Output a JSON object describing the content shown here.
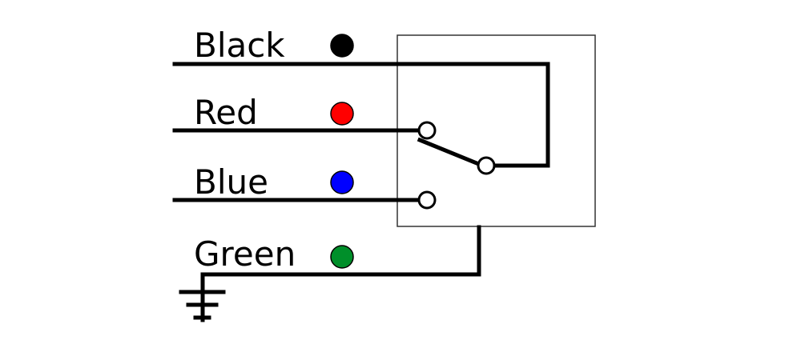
{
  "diagram": {
    "wires": [
      {
        "label": "Black",
        "color": "#000000"
      },
      {
        "label": "Red",
        "color": "#ff0000"
      },
      {
        "label": "Blue",
        "color": "#0000ff"
      },
      {
        "label": "Green",
        "color": "#008f2a"
      }
    ],
    "symbols": {
      "switch": "spdt-switch-icon",
      "ground": "ground-icon"
    }
  }
}
